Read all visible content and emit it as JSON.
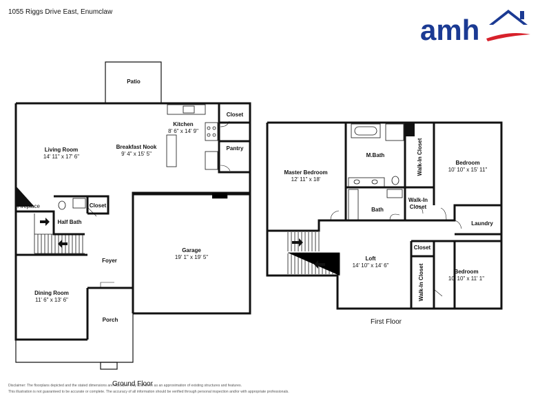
{
  "header": {
    "address": "1055 Riggs Drive East, Enumclaw"
  },
  "logo": {
    "text": "amh",
    "brand_color": "#1b3a93",
    "accent_color": "#d7212b"
  },
  "floors": {
    "ground": {
      "label": "Ground Floor",
      "rooms": {
        "patio": {
          "name": "Patio"
        },
        "kitchen": {
          "name": "Kitchen",
          "dims": "8' 6\" x 14' 9\""
        },
        "closet": {
          "name": "Closet"
        },
        "pantry": {
          "name": "Pantry"
        },
        "living_room": {
          "name": "Living Room",
          "dims": "14' 11\" x 17' 6\""
        },
        "breakfast_nook": {
          "name": "Breakfast Nook",
          "dims": "9' 4\" x 15' 5\""
        },
        "fireplace": {
          "name": "Fireplace"
        },
        "half_bath": {
          "name": "Half Bath"
        },
        "closet2": {
          "name": "Closet"
        },
        "garage": {
          "name": "Garage",
          "dims": "19' 1\" x 19' 5\""
        },
        "foyer": {
          "name": "Foyer"
        },
        "dining_room": {
          "name": "Dining Room",
          "dims": "11' 6\" x 13' 6\""
        },
        "porch": {
          "name": "Porch"
        }
      }
    },
    "first": {
      "label": "First Floor",
      "rooms": {
        "master_bedroom": {
          "name": "Master Bedroom",
          "dims": "12' 11\" x 18'"
        },
        "master_bath": {
          "name": "M.Bath"
        },
        "walkin_closet_1": {
          "name": "Walk-In Closet"
        },
        "bedroom_1": {
          "name": "Bedroom",
          "dims": "10' 10\" x 15' 11\""
        },
        "bath": {
          "name": "Bath"
        },
        "walkin_closet_2": {
          "name": "Walk-In Closet"
        },
        "laundry": {
          "name": "Laundry"
        },
        "loft": {
          "name": "Loft",
          "dims": "14' 10\" x 14' 6\""
        },
        "closet": {
          "name": "Closet"
        },
        "walkin_closet_3": {
          "name": "Walk-In Closet"
        },
        "bedroom_2": {
          "name": "Bedroom",
          "dims": "10' 10\" x 11' 1\""
        }
      }
    }
  },
  "disclaimer": {
    "line1": "Disclaimer: The floorplans depicted and the stated dimensions are indicative only and serve as an approximation of existing structures and features.",
    "line2": "This illustration is not guaranteed to be accurate or complete. The accuracy of all information should be verified through personal inspection and/or with appropriate professionals."
  }
}
